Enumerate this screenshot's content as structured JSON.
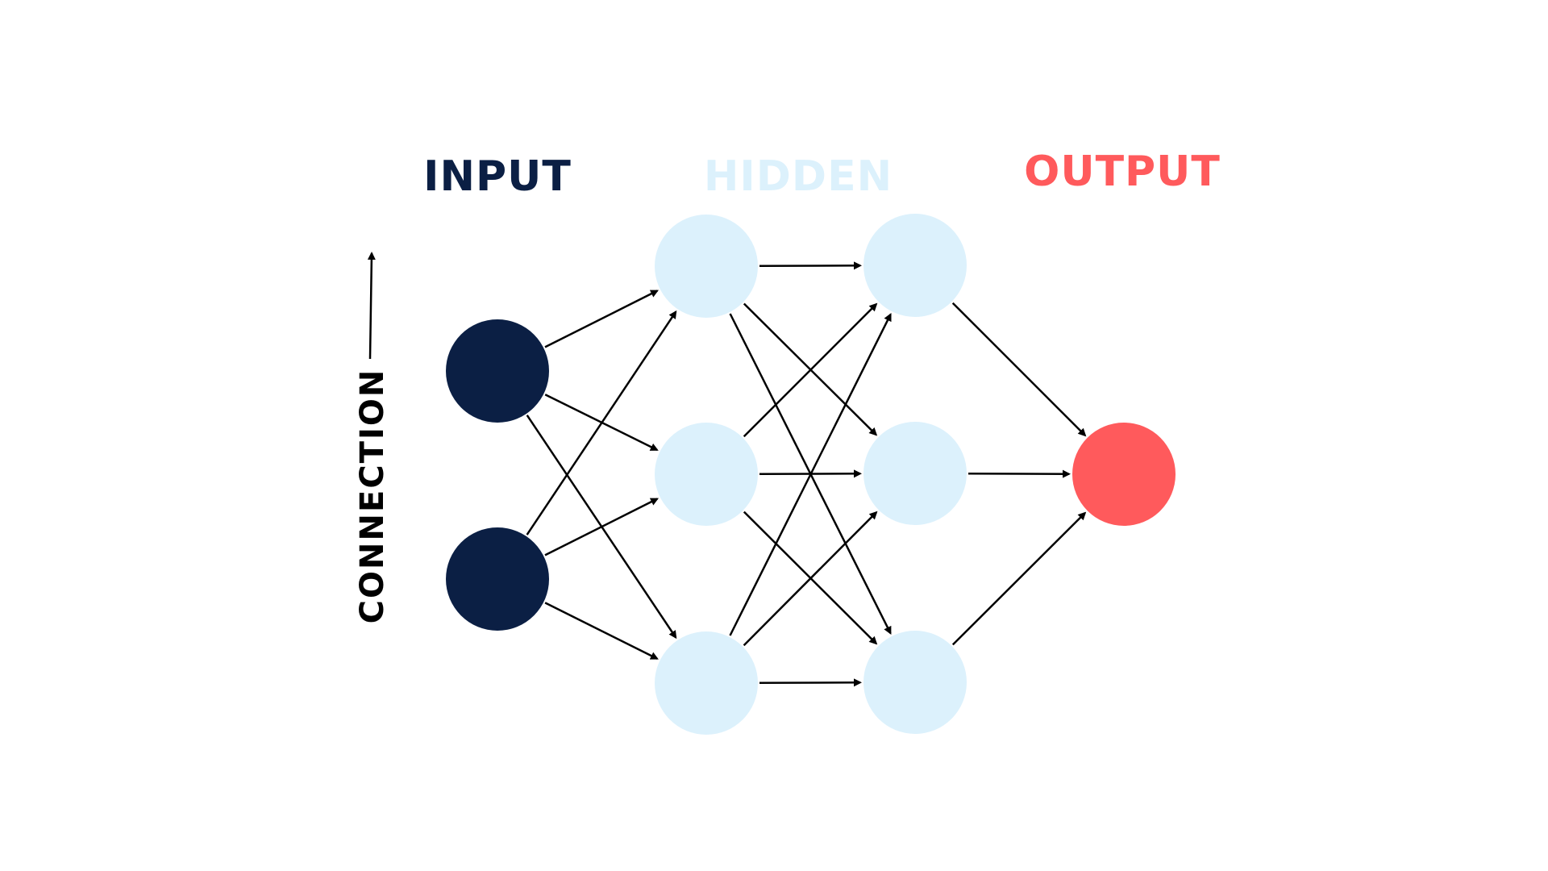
{
  "labels": {
    "input": "INPUT",
    "hidden": "HIDDEN",
    "output": "OUTPUT",
    "connection": "CONNECTION"
  },
  "colors": {
    "input": "#0b1f44",
    "hidden": "#dcf1fc",
    "output": "#ff5a5c",
    "edge": "#000000",
    "connection_label": "#000000"
  },
  "network": {
    "input_nodes": [
      "i1",
      "i2"
    ],
    "hidden_layer_1": [
      "h1a",
      "h1b",
      "h1c"
    ],
    "hidden_layer_2": [
      "h2a",
      "h2b",
      "h2c"
    ],
    "output_nodes": [
      "o1"
    ],
    "connections": "fully-connected"
  }
}
